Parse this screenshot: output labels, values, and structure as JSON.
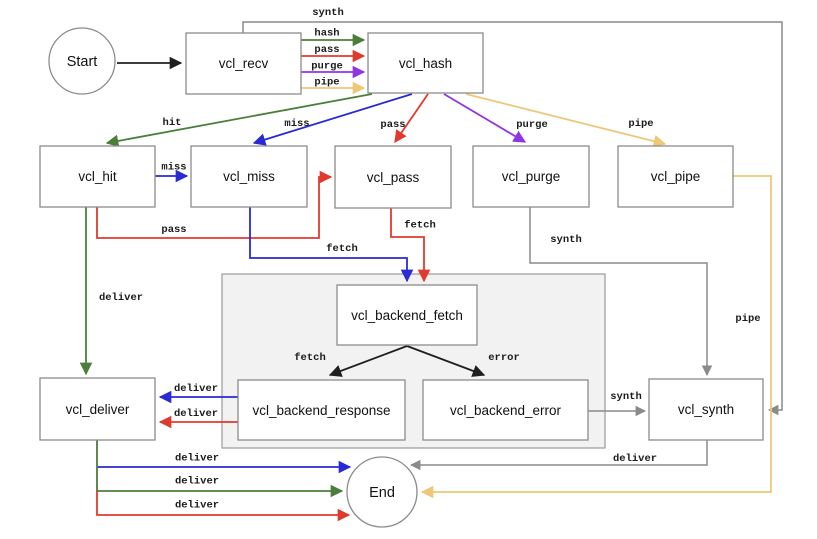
{
  "diagram": {
    "name": "varnish-vcl-state-machine",
    "type": "flowchart"
  },
  "colors": {
    "black": "#1f1f1f",
    "gray": "#8a8a8a",
    "green": "#4c7e3b",
    "blue": "#2929d6",
    "red": "#e03a2e",
    "purple": "#8f35e3",
    "gold": "#eec878"
  },
  "nodes": {
    "start": {
      "label": "Start",
      "shape": "circle"
    },
    "recv": {
      "label": "vcl_recv",
      "shape": "rect"
    },
    "hash": {
      "label": "vcl_hash",
      "shape": "rect"
    },
    "hit": {
      "label": "vcl_hit",
      "shape": "rect"
    },
    "miss": {
      "label": "vcl_miss",
      "shape": "rect"
    },
    "pass": {
      "label": "vcl_pass",
      "shape": "rect"
    },
    "purge": {
      "label": "vcl_purge",
      "shape": "rect"
    },
    "pipe": {
      "label": "vcl_pipe",
      "shape": "rect"
    },
    "backend_fetch": {
      "label": "vcl_backend_fetch",
      "shape": "rect"
    },
    "backend_response": {
      "label": "vcl_backend_response",
      "shape": "rect"
    },
    "backend_error": {
      "label": "vcl_backend_error",
      "shape": "rect"
    },
    "deliver": {
      "label": "vcl_deliver",
      "shape": "rect"
    },
    "synth": {
      "label": "vcl_synth",
      "shape": "rect"
    },
    "end": {
      "label": "End",
      "shape": "circle"
    }
  },
  "edges": [
    {
      "from": "start",
      "to": "vcl_recv",
      "label": "",
      "color": "black"
    },
    {
      "from": "vcl_recv",
      "to": "vcl_synth",
      "label": "synth",
      "color": "gray"
    },
    {
      "from": "vcl_recv",
      "to": "vcl_hash",
      "label": "hash",
      "color": "green"
    },
    {
      "from": "vcl_recv",
      "to": "vcl_hash",
      "label": "pass",
      "color": "red"
    },
    {
      "from": "vcl_recv",
      "to": "vcl_hash",
      "label": "purge",
      "color": "purple"
    },
    {
      "from": "vcl_recv",
      "to": "vcl_hash",
      "label": "pipe",
      "color": "gold"
    },
    {
      "from": "vcl_hash",
      "to": "vcl_hit",
      "label": "hit",
      "color": "green"
    },
    {
      "from": "vcl_hash",
      "to": "vcl_miss",
      "label": "miss",
      "color": "blue"
    },
    {
      "from": "vcl_hash",
      "to": "vcl_pass",
      "label": "pass",
      "color": "red"
    },
    {
      "from": "vcl_hash",
      "to": "vcl_purge",
      "label": "purge",
      "color": "purple"
    },
    {
      "from": "vcl_hash",
      "to": "vcl_pipe",
      "label": "pipe",
      "color": "gold"
    },
    {
      "from": "vcl_hit",
      "to": "vcl_miss",
      "label": "miss",
      "color": "blue"
    },
    {
      "from": "vcl_hit",
      "to": "vcl_pass",
      "label": "pass",
      "color": "red"
    },
    {
      "from": "vcl_hit",
      "to": "vcl_deliver",
      "label": "deliver",
      "color": "green"
    },
    {
      "from": "vcl_miss",
      "to": "vcl_backend_fetch",
      "label": "fetch",
      "color": "blue"
    },
    {
      "from": "vcl_pass",
      "to": "vcl_backend_fetch",
      "label": "fetch",
      "color": "red"
    },
    {
      "from": "vcl_purge",
      "to": "vcl_synth",
      "label": "synth",
      "color": "gray"
    },
    {
      "from": "vcl_pipe",
      "to": "end",
      "label": "pipe",
      "color": "gold"
    },
    {
      "from": "vcl_backend_fetch",
      "to": "vcl_backend_response",
      "label": "fetch",
      "color": "black"
    },
    {
      "from": "vcl_backend_fetch",
      "to": "vcl_backend_error",
      "label": "error",
      "color": "black"
    },
    {
      "from": "vcl_backend_response",
      "to": "vcl_deliver",
      "label": "deliver",
      "color": "blue"
    },
    {
      "from": "vcl_backend_response",
      "to": "vcl_deliver",
      "label": "deliver",
      "color": "red"
    },
    {
      "from": "vcl_backend_error",
      "to": "vcl_synth",
      "label": "synth",
      "color": "gray"
    },
    {
      "from": "vcl_synth",
      "to": "end",
      "label": "deliver",
      "color": "gray"
    },
    {
      "from": "vcl_deliver",
      "to": "end",
      "label": "deliver",
      "color": "blue"
    },
    {
      "from": "vcl_deliver",
      "to": "end",
      "label": "deliver",
      "color": "green"
    },
    {
      "from": "vcl_deliver",
      "to": "end",
      "label": "deliver",
      "color": "red"
    }
  ]
}
